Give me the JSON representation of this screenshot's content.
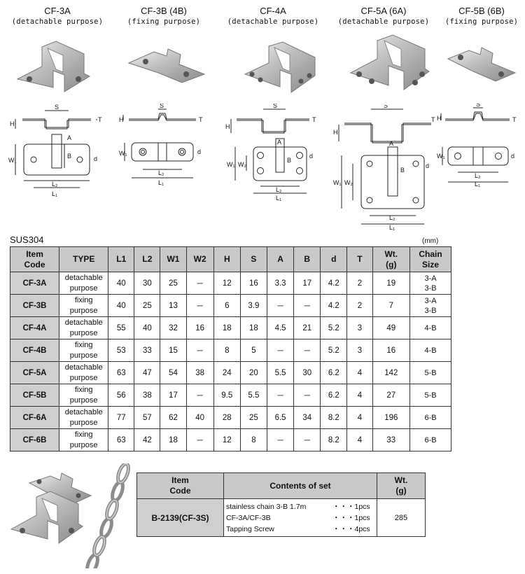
{
  "products": [
    {
      "code": "CF-3A",
      "purpose": "(detachable purpose)"
    },
    {
      "code": "CF-3B (4B)",
      "purpose": "(fixing purpose)"
    },
    {
      "code": "CF-4A",
      "purpose": "(detachable purpose)"
    },
    {
      "code": "CF-5A (6A)",
      "purpose": "(detachable purpose)"
    },
    {
      "code": "CF-5B (6B)",
      "purpose": "(fixing purpose)"
    }
  ],
  "dimension_labels": {
    "S": "S",
    "H": "H",
    "T": "T",
    "A": "A",
    "B": "B",
    "d": "d",
    "W1": "W₁",
    "W2": "W₂",
    "L1": "L₁",
    "L2": "L₂"
  },
  "spec": {
    "material": "SUS304",
    "unit": "(mm)",
    "headers": {
      "item_code_1": "Item",
      "item_code_2": "Code",
      "type": "TYPE",
      "l1": "L1",
      "l2": "L2",
      "w1": "W1",
      "w2": "W2",
      "h": "H",
      "s": "S",
      "a": "A",
      "b": "B",
      "d": "d",
      "t": "T",
      "wt_1": "Wt.",
      "wt_2": "(g)",
      "chain_1": "Chain",
      "chain_2": "Size"
    },
    "rows": [
      {
        "code": "CF-3A",
        "type_1": "detachable",
        "type_2": "purpose",
        "l1": "40",
        "l2": "30",
        "w1": "25",
        "w2": "－",
        "h": "12",
        "s": "16",
        "a": "3.3",
        "b": "17",
        "d": "4.2",
        "t": "2",
        "wt": "19",
        "chain_1": "3-A",
        "chain_2": "3-B"
      },
      {
        "code": "CF-3B",
        "type_1": "fixing",
        "type_2": "purpose",
        "l1": "40",
        "l2": "25",
        "w1": "13",
        "w2": "－",
        "h": "6",
        "s": "3.9",
        "a": "－",
        "b": "－",
        "d": "4.2",
        "t": "2",
        "wt": "7",
        "chain_1": "3-A",
        "chain_2": "3-B"
      },
      {
        "code": "CF-4A",
        "type_1": "detachable",
        "type_2": "purpose",
        "l1": "55",
        "l2": "40",
        "w1": "32",
        "w2": "16",
        "h": "18",
        "s": "18",
        "a": "4.5",
        "b": "21",
        "d": "5.2",
        "t": "3",
        "wt": "49",
        "chain_1": "4-B",
        "chain_2": ""
      },
      {
        "code": "CF-4B",
        "type_1": "fixing",
        "type_2": "purpose",
        "l1": "53",
        "l2": "33",
        "w1": "15",
        "w2": "－",
        "h": "8",
        "s": "5",
        "a": "－",
        "b": "－",
        "d": "5.2",
        "t": "3",
        "wt": "16",
        "chain_1": "4-B",
        "chain_2": ""
      },
      {
        "code": "CF-5A",
        "type_1": "detachable",
        "type_2": "purpose",
        "l1": "63",
        "l2": "47",
        "w1": "54",
        "w2": "38",
        "h": "24",
        "s": "20",
        "a": "5.5",
        "b": "30",
        "d": "6.2",
        "t": "4",
        "wt": "142",
        "chain_1": "5-B",
        "chain_2": ""
      },
      {
        "code": "CF-5B",
        "type_1": "fixing",
        "type_2": "purpose",
        "l1": "56",
        "l2": "38",
        "w1": "17",
        "w2": "－",
        "h": "9.5",
        "s": "5.5",
        "a": "－",
        "b": "－",
        "d": "6.2",
        "t": "4",
        "wt": "27",
        "chain_1": "5-B",
        "chain_2": ""
      },
      {
        "code": "CF-6A",
        "type_1": "detachable",
        "type_2": "purpose",
        "l1": "77",
        "l2": "57",
        "w1": "62",
        "w2": "40",
        "h": "28",
        "s": "25",
        "a": "6.5",
        "b": "34",
        "d": "8.2",
        "t": "4",
        "wt": "196",
        "chain_1": "6-B",
        "chain_2": ""
      },
      {
        "code": "CF-6B",
        "type_1": "fixing",
        "type_2": "purpose",
        "l1": "63",
        "l2": "42",
        "w1": "18",
        "w2": "－",
        "h": "12",
        "s": "8",
        "a": "－",
        "b": "－",
        "d": "8.2",
        "t": "4",
        "wt": "33",
        "chain_1": "6-B",
        "chain_2": ""
      }
    ]
  },
  "set": {
    "headers": {
      "item_code_1": "Item",
      "item_code_2": "Code",
      "contents": "Contents of set",
      "wt_1": "Wt.",
      "wt_2": "(g)"
    },
    "code": "B-2139(CF-3S)",
    "contents": [
      {
        "item": "stainless chain 3-B 1.7m",
        "qty": "・・・1pcs"
      },
      {
        "item": "CF-3A/CF-3B",
        "qty": "・・・1pcs"
      },
      {
        "item": "Tapping Screw",
        "qty": "・・・4pcs"
      }
    ],
    "wt": "285"
  }
}
